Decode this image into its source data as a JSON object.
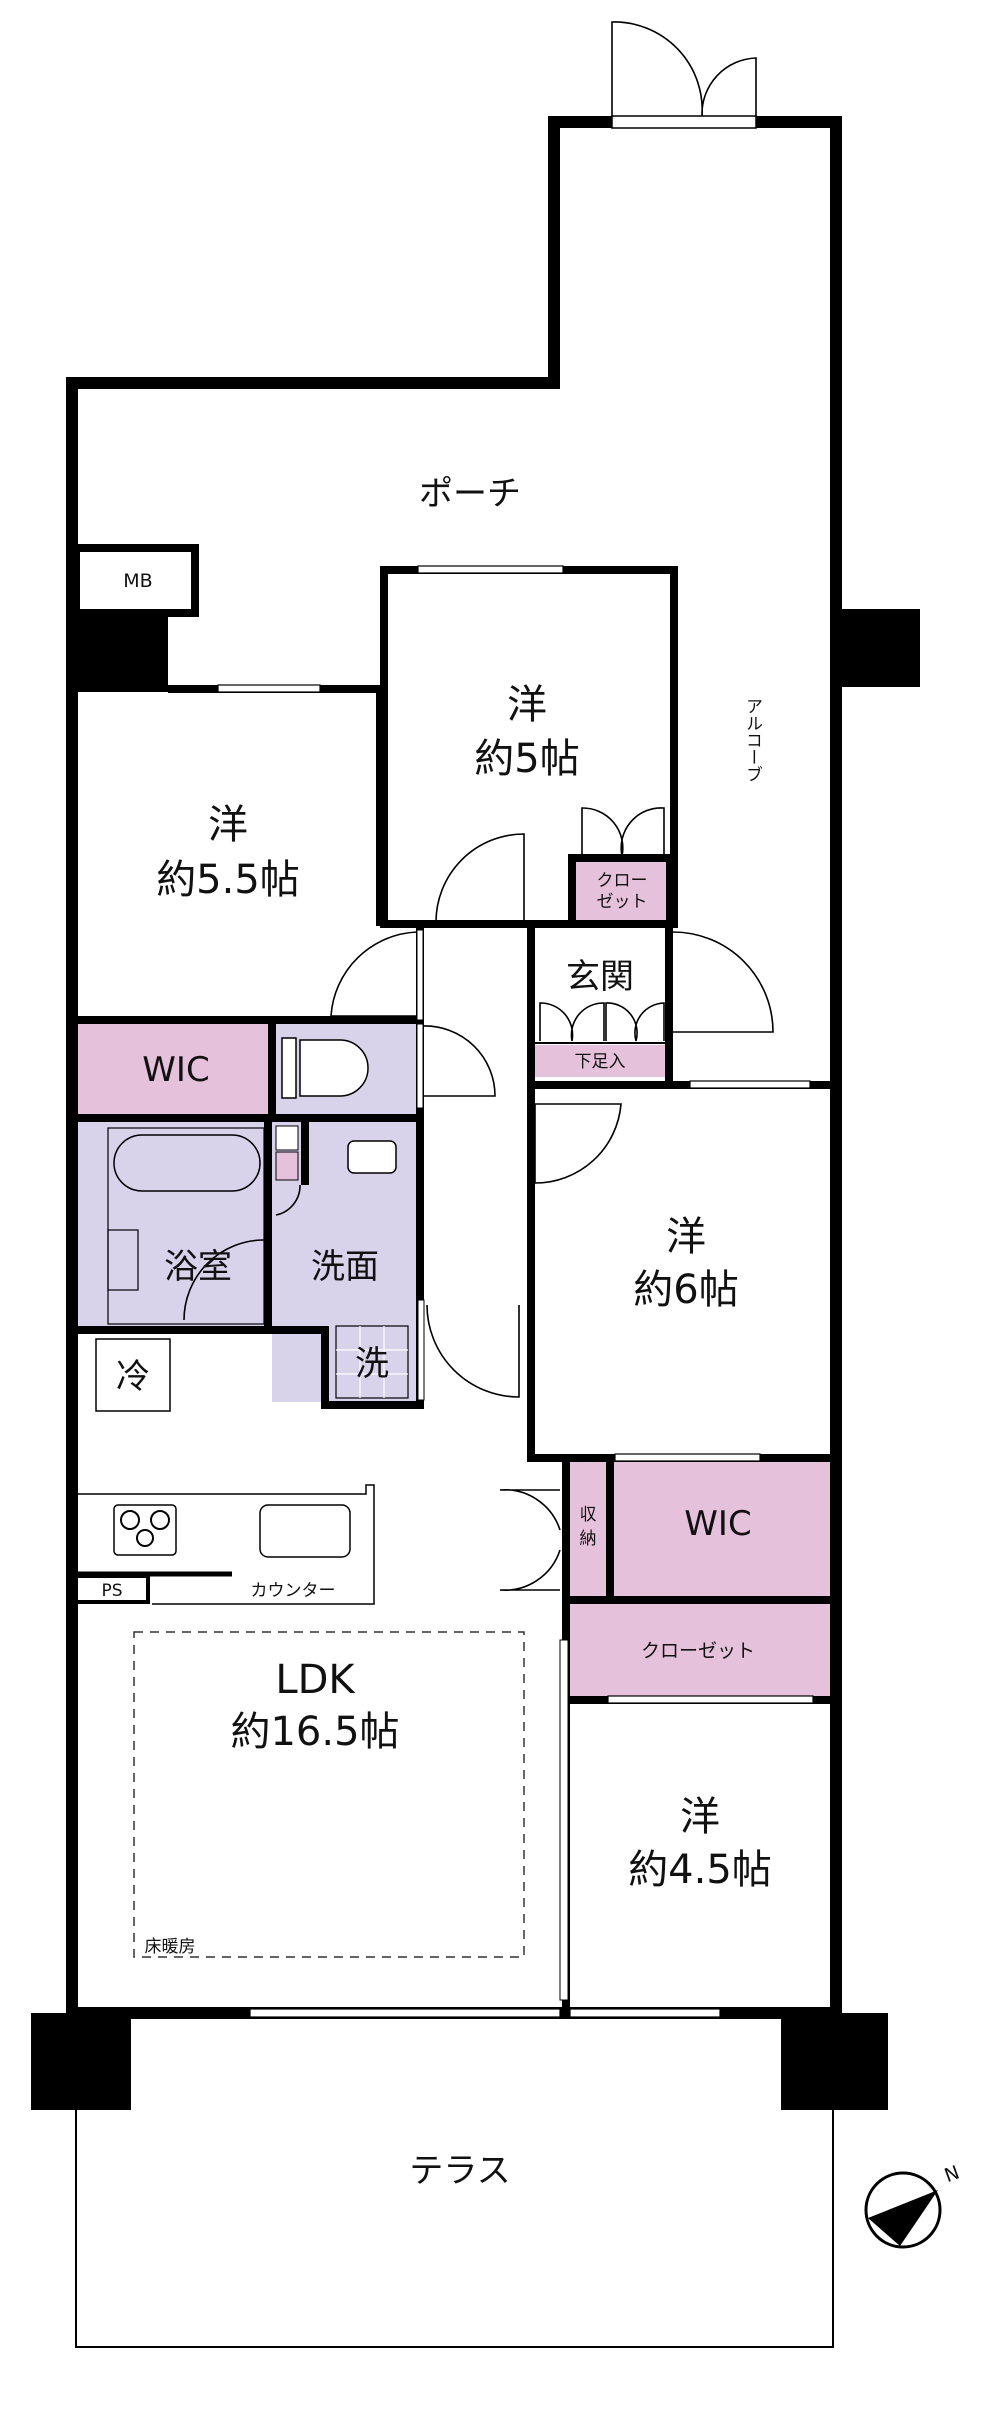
{
  "colors": {
    "storage": "#e6c1dc",
    "wet_area": "#d8d2ea",
    "wall": "#000000"
  },
  "rooms": {
    "porch": "ポーチ",
    "mb": "MB",
    "alcove": "アルコーブ",
    "western_5": {
      "type": "洋",
      "size": "約5帖"
    },
    "closet_small": {
      "line1": "クロー",
      "line2": "ゼット"
    },
    "genkan": "玄関",
    "shoe_storage": "下足入",
    "western_55": {
      "type": "洋",
      "size": "約5.5帖"
    },
    "wic_1": "WIC",
    "bath": "浴室",
    "washroom": "洗面",
    "washer": "洗",
    "fridge": "冷",
    "western_6": {
      "type": "洋",
      "size": "約6帖"
    },
    "storage": {
      "line1": "収",
      "line2": "納"
    },
    "wic_2": "WIC",
    "closet": "クローゼット",
    "ldk": {
      "type": "LDK",
      "size": "約16.5帖"
    },
    "floor_heating": "床暖房",
    "counter": "カウンター",
    "ps": "PS",
    "western_45": {
      "type": "洋",
      "size": "約4.5帖"
    },
    "terrace": "テラス"
  },
  "compass": {
    "label": "N"
  }
}
